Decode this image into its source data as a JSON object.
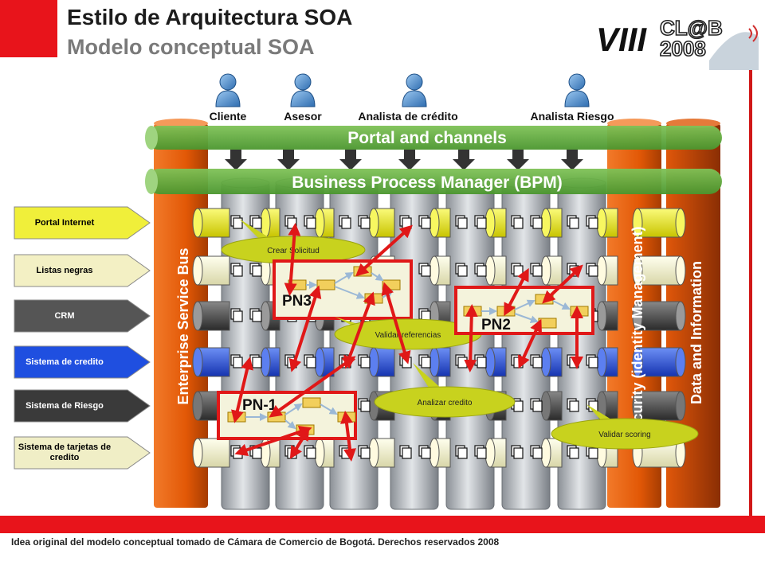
{
  "header": {
    "title": "Estilo de Arquitectura SOA",
    "subtitle": "Modelo conceptual SOA"
  },
  "logo": {
    "roman": "VIII",
    "top": "CL@B",
    "bottom": "2008"
  },
  "actors": [
    "Cliente",
    "Asesor",
    "Analista de crédito",
    "Analista Riesgo"
  ],
  "bands": {
    "portal": "Portal and channels",
    "bpm": "Business Process Manager (BPM)"
  },
  "pillars": {
    "esb": "Enterprise Service Bus",
    "security": "Security (identity Management)",
    "data": "Data and Information"
  },
  "systems": [
    {
      "label": "Portal Internet",
      "color": "#f0ef3a",
      "text": "#000000"
    },
    {
      "label": "Listas negras",
      "color": "#f3f0c4",
      "text": "#000000"
    },
    {
      "label": "CRM",
      "color": "#555555",
      "text": "#ffffff"
    },
    {
      "label": "Sistema de credito",
      "color": "#1f4fe0",
      "text": "#ffffff"
    },
    {
      "label": "Sistema de Riesgo",
      "color": "#3a3a3a",
      "text": "#ffffff"
    },
    {
      "label": "Sistema de tarjetas de credito",
      "color": "#f0eec6",
      "text": "#000000"
    }
  ],
  "processes": {
    "pn1": "PN-1",
    "pn2": "PN2",
    "pn3": "PN3"
  },
  "bubbles": {
    "crear": "Crear Solicitud",
    "validar_ref": "Validar referencias",
    "analizar": "Analizar credito",
    "validar_scoring": "Validar scoring"
  },
  "footer": "Idea original del modelo conceptual tomado de Cámara de Comercio de Bogotá. Derechos reservados 2008",
  "colors": {
    "brand_red": "#e8141b",
    "band_green": "#5aa63c",
    "pillar_orange": "#e85a0c",
    "process_box": "#f4f3dc",
    "bubble": "#c8d21e"
  }
}
